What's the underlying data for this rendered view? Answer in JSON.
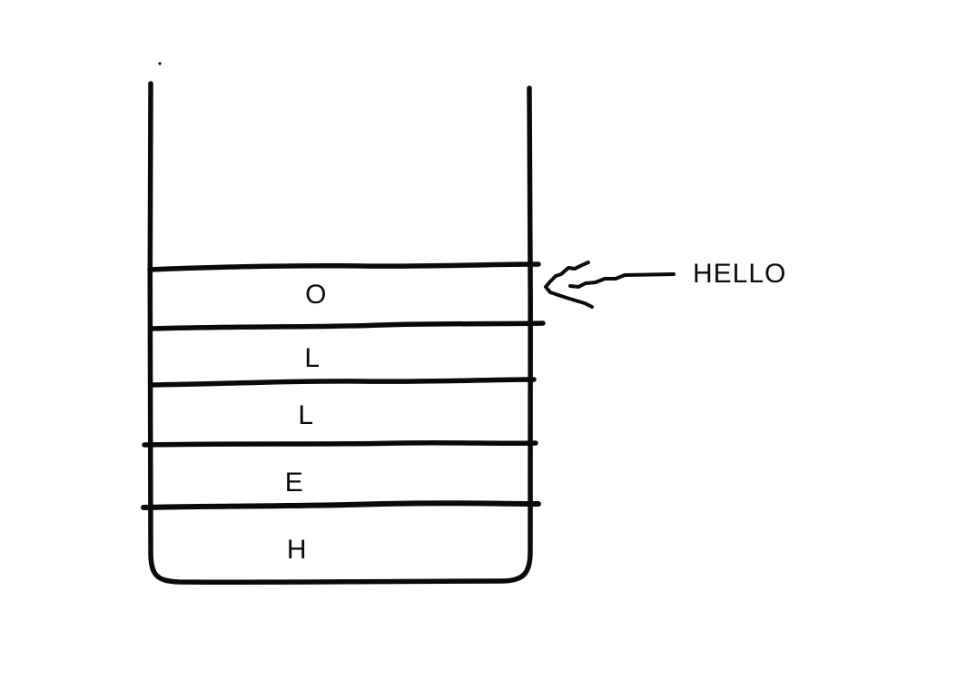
{
  "stack": {
    "items": [
      "O",
      "L",
      "L",
      "E",
      "H"
    ]
  },
  "annotation": {
    "label": "HELLO"
  },
  "colors": {
    "ink": "#0a0a0a",
    "background": "#ffffff"
  }
}
